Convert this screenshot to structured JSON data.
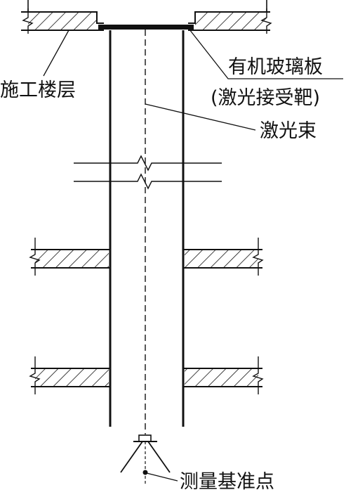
{
  "labels": {
    "construction_floor": "施工楼层",
    "glass_plate": "有机玻璃板",
    "laser_target": "(激光接受靶)",
    "laser_beam": "激光束",
    "survey_point": "测量基准点"
  },
  "colors": {
    "line": "#111111",
    "background": "#ffffff"
  }
}
